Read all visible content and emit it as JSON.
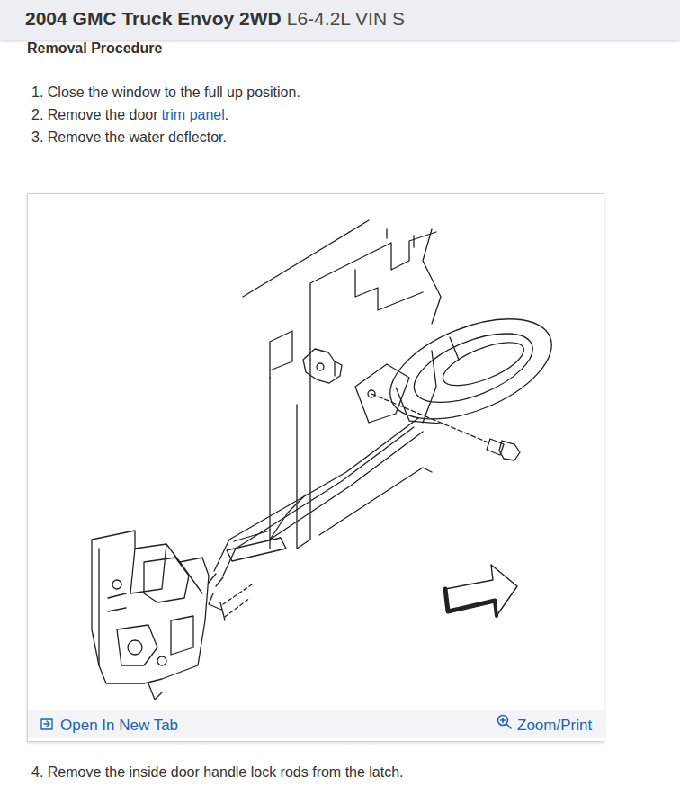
{
  "diagram": {
    "title": "2004 GMC Truck Envoy 2WD",
    "nodes": [
      {
        "text": [
          "Open In New Tab",
          "Zoom/Print"
        ]
      }
    ],
    "labels": [
      "L6-4.2L VIN S",
      "Removal Procedure",
      "1. Close the window to the full up position.",
      "2. Remove the door",
      "trim panel",
      ".",
      "3. Remove the water deflector.",
      "4. Remove the inside door handle lock rods from the latch."
    ]
  }
}
